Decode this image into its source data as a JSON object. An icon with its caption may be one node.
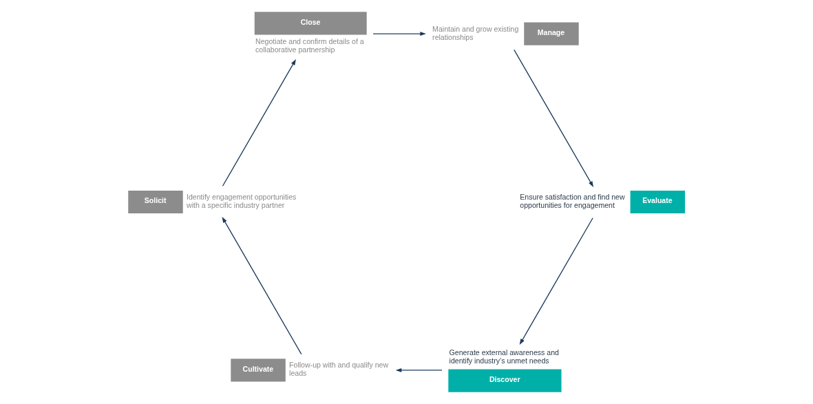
{
  "diagram": {
    "nodes": [
      {
        "text": [
          "Discover"
        ],
        "beside": [
          "Generate external awareness and identify industry’s unmet needs"
        ]
      },
      {
        "text": [
          "Cultivate"
        ],
        "beside": [
          "Follow-up with and qualify new leads"
        ]
      },
      {
        "text": [
          "Solicit"
        ],
        "beside": [
          "Identify engagement opportunities with a specific industry partner"
        ]
      },
      {
        "text": [
          "Close"
        ],
        "beside": [
          "Negotiate and confirm details of a collaborative partnership"
        ]
      },
      {
        "text": [
          "Manage"
        ],
        "beside": [
          "Maintain and grow existing relationships"
        ]
      },
      {
        "text": [
          "Evaluate"
        ],
        "beside": [
          "Ensure satisfaction and find new opportunities for engagement"
        ]
      }
    ],
    "edges": [
      {
        "from": 0,
        "to": 1,
        "arrow": "to"
      },
      {
        "from": 1,
        "to": 2,
        "arrow": "to"
      },
      {
        "from": 2,
        "to": 3,
        "arrow": "to"
      },
      {
        "from": 3,
        "to": 4,
        "arrow": "to"
      },
      {
        "from": 4,
        "to": 5,
        "arrow": "to"
      },
      {
        "from": 5,
        "to": 0,
        "arrow": "to"
      }
    ]
  }
}
